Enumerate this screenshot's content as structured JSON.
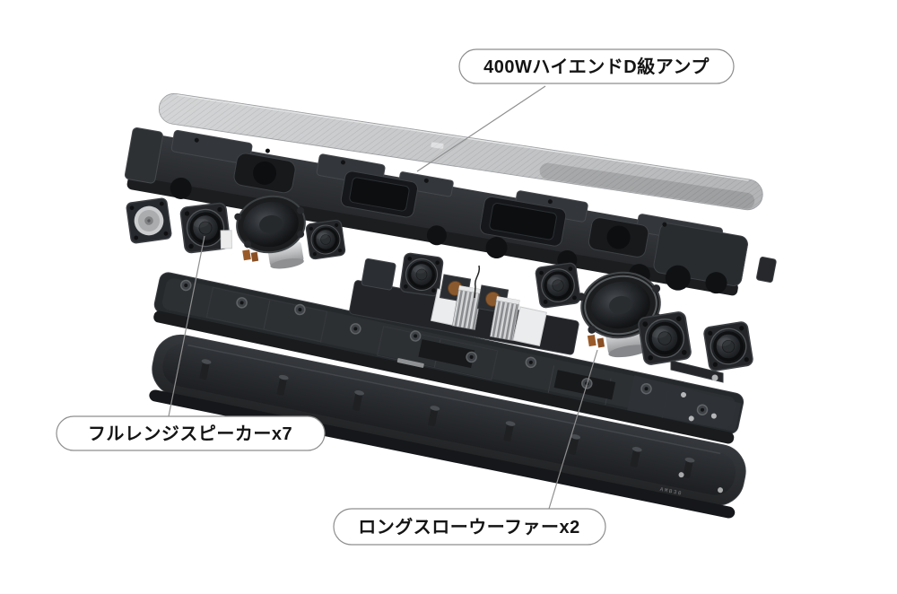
{
  "callouts": {
    "amp": {
      "text": "400WハイエンドD級アンプ"
    },
    "fullrange": {
      "text": "フルレンジスピーカーx7"
    },
    "woofer": {
      "text": "ロングスローウーファーx2"
    }
  },
  "markings": {
    "bottom_shell": "AMB30"
  },
  "parts": [
    "grille-panel",
    "top-chassis",
    "full-range-drivers",
    "long-throw-woofers",
    "amplifier-heatsinks",
    "mid-frame",
    "bottom-shell"
  ],
  "colors": {
    "background": "#ffffff",
    "part_dark": "#26282b",
    "part_silver": "#c9cbcd",
    "grille": "#c3c5c7",
    "label_border": "#8e8e8e",
    "label_text": "#141414",
    "leader_line": "#8f8f8f"
  }
}
